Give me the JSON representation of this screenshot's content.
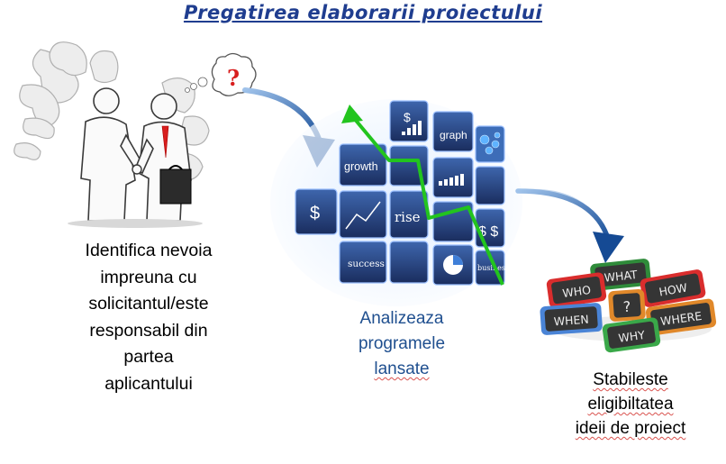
{
  "title": "Pregatirea elaborarii proiectului",
  "step1": {
    "lines": [
      "Identifica nevoia",
      "impreuna cu",
      "solicitantul/este",
      "responsabil din",
      "partea",
      "aplicantului"
    ],
    "thought_symbol": "?"
  },
  "step2": {
    "lines": [
      "Analizeaza",
      "programele",
      "lansate"
    ],
    "tiles": {
      "dollar1": "$",
      "graph": "graph",
      "growth": "growth",
      "dollar2": "$",
      "rise": "rise",
      "dollars": "$ $",
      "success": "success",
      "business": "business"
    }
  },
  "step3": {
    "lines": [
      "Stabileste",
      "eligibiltatea",
      "ideii de proiect"
    ],
    "boards": {
      "what": "WHAT",
      "who": "WHO",
      "how": "HOW",
      "when": "WHEN",
      "q": "?",
      "where": "WHERE",
      "why": "WHY"
    }
  },
  "colors": {
    "title": "#1f3d8f",
    "step2_text": "#1f4f8f",
    "arrow": "#1e5aa8",
    "tile": "#253f7a",
    "chart_line": "#22c41e"
  }
}
